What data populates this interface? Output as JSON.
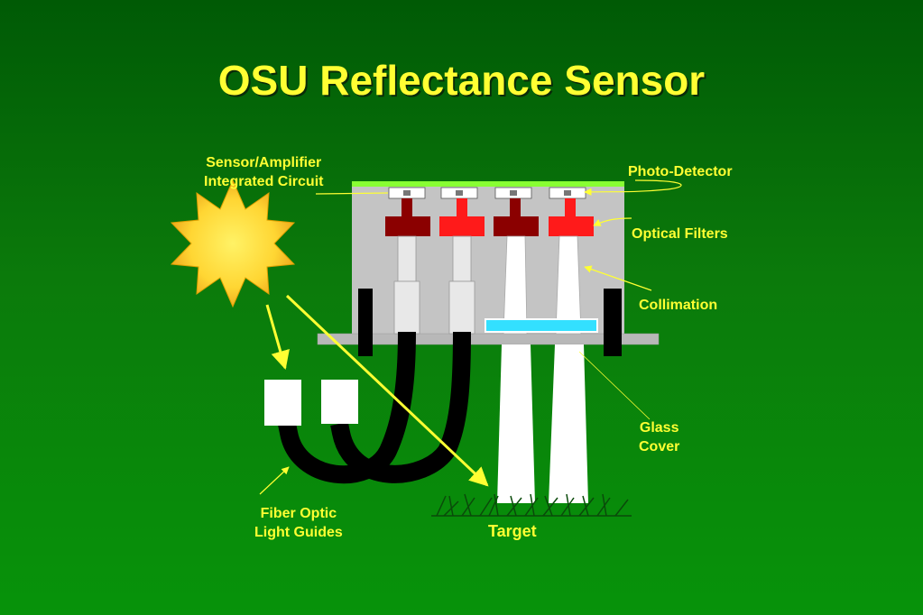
{
  "title": "OSU Reflectance Sensor",
  "labels": {
    "sensor_ic_line1": "Sensor/Amplifier",
    "sensor_ic_line2": "Integrated Circuit",
    "photo_detector": "Photo-Detector",
    "optical_filters": "Optical Filters",
    "collimation": "Collimation",
    "glass_cover_line1": "Glass",
    "glass_cover_line2": "Cover",
    "fiber_optic_line1": "Fiber Optic",
    "fiber_optic_line2": "Light Guides",
    "target": "Target"
  },
  "colors": {
    "text": "#ffff33",
    "housing": "#c4c4c4",
    "filter_dark": "#8b0000",
    "filter_red": "#ff1a1a",
    "glass": "#33e0ff",
    "pcb": "#88ff33",
    "sun": "#ffd633",
    "arrow": "#ffff33"
  }
}
